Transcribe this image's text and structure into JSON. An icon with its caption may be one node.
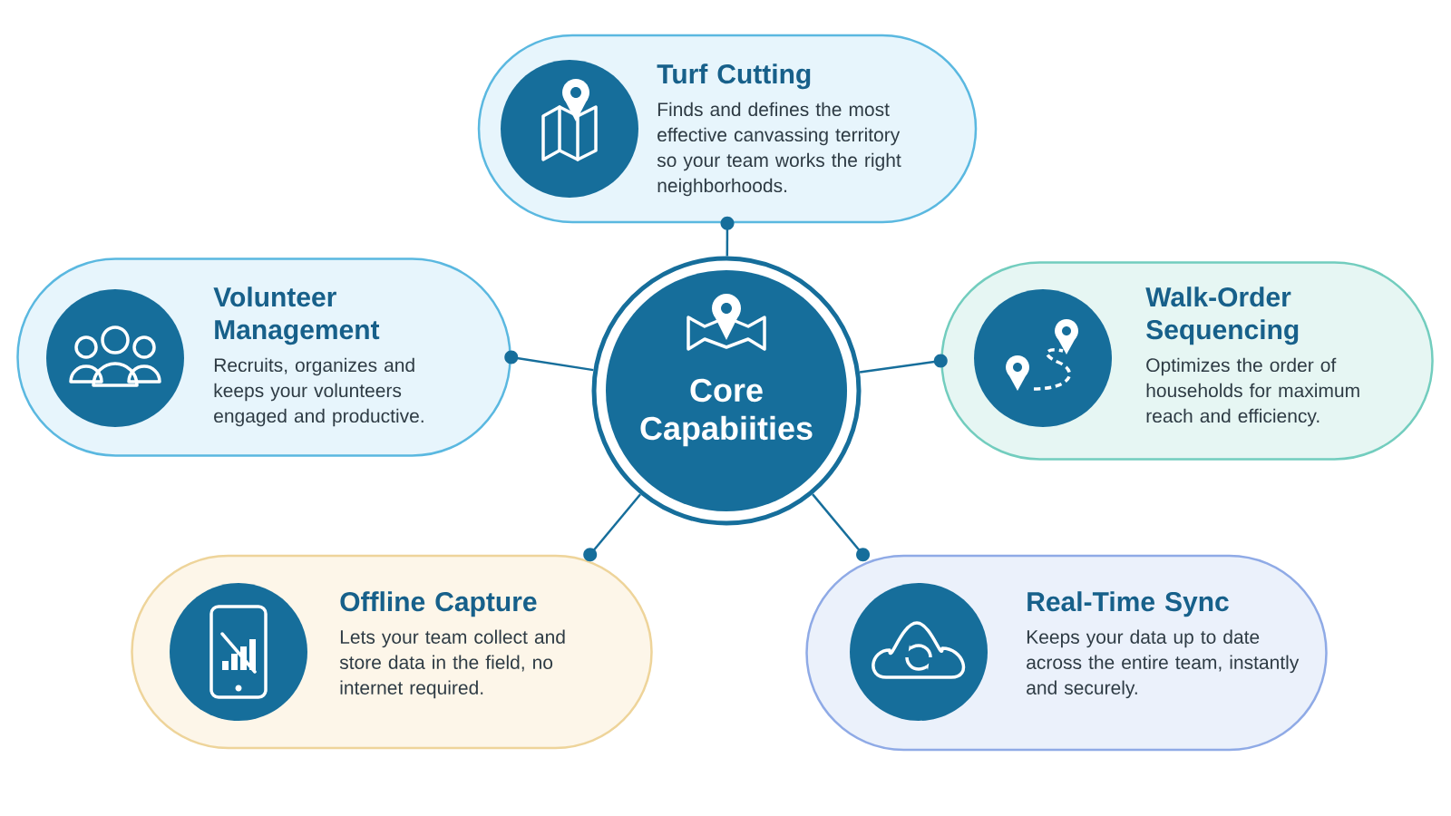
{
  "diagram": {
    "nodes": [
      {
        "text": [
          "Core Capabiities"
        ]
      },
      {
        "text": [
          "Turf Cutting",
          "Finds and defines the most effective canvassing territory so your team works the right neighborhoods."
        ]
      },
      {
        "text": [
          "Volunteer Management",
          "Recruits, organizes and keeps your volunteers engaged and productive."
        ]
      },
      {
        "text": [
          "Walk-Order Sequencing",
          "Optimizes the order of households for maximum reach and efficiency."
        ]
      },
      {
        "text": [
          "Offline Capture",
          "Lets your team collect and store data in the field, no internet required."
        ]
      },
      {
        "text": [
          "Real-Time Sync",
          "Keeps your data up to date across the entire team, instantly and securely."
        ]
      }
    ],
    "edges": [
      {
        "from": 0,
        "to": 1,
        "arrow": "other"
      },
      {
        "from": 0,
        "to": 2,
        "arrow": "other"
      },
      {
        "from": 0,
        "to": 3,
        "arrow": "other"
      },
      {
        "from": 0,
        "to": 4,
        "arrow": "other"
      },
      {
        "from": 0,
        "to": 5,
        "arrow": "other"
      }
    ]
  }
}
